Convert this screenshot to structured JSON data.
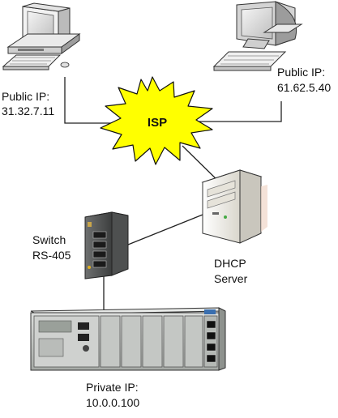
{
  "labels": {
    "pc_left_line1": "Public IP:",
    "pc_left_line2": "31.32.7.11",
    "pc_right_line1": "Public IP:",
    "pc_right_line2": "61.62.5.40",
    "isp": "ISP",
    "switch_line1": "Switch",
    "switch_line2": "RS-405",
    "dhcp_line1": "DHCP",
    "dhcp_line2": "Server",
    "private_line1": "Private IP:",
    "private_line2": "10.0.0.100"
  },
  "icons": {
    "computer_left": "desktop-computer-icon",
    "computer_right": "desktop-computer-icon",
    "cloud": "isp-burst-icon",
    "switch": "network-switch-icon",
    "server": "server-tower-icon",
    "controller": "rack-controller-icon"
  },
  "colors": {
    "burst_fill": "#ffff00",
    "line": "#222222",
    "device_gray": "#c8cbc8"
  }
}
